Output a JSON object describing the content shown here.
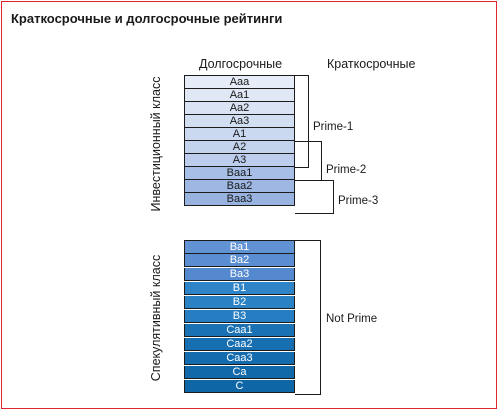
{
  "title": "Краткосрочные и долгосрочные рейтинги",
  "columns": {
    "long_term": "Долгосрочные",
    "short_term": "Краткосрочные"
  },
  "investment": {
    "label": "Инвестиционный класс",
    "ratings": [
      "Aaa",
      "Aa1",
      "Aa2",
      "Aa3",
      "A1",
      "A2",
      "A3",
      "Baa1",
      "Baa2",
      "Baa3"
    ],
    "colors": [
      "#e6edf8",
      "#e0e8f6",
      "#d9e3f4",
      "#d2dff2",
      "#cbd9f0",
      "#c3d3ee",
      "#bccded",
      "#a7bfe6",
      "#9fb8e3",
      "#98b3e0"
    ]
  },
  "speculative": {
    "label": "Спекулятивный класс",
    "ratings": [
      "Ba1",
      "Ba2",
      "Ba3",
      "B1",
      "B2",
      "B3",
      "Caa1",
      "Caa2",
      "Caa3",
      "Ca",
      "C"
    ],
    "colors": [
      "#6192d4",
      "#5b8dd2",
      "#5589cf",
      "#2e84c6",
      "#2a81c4",
      "#267dc1",
      "#1a72b5",
      "#176fb2",
      "#146caf",
      "#1269aa",
      "#0f66a7"
    ]
  },
  "short_term_grades": {
    "prime1": "Prime-1",
    "prime2": "Prime-2",
    "prime3": "Prime-3",
    "not_prime": "Not Prime"
  }
}
